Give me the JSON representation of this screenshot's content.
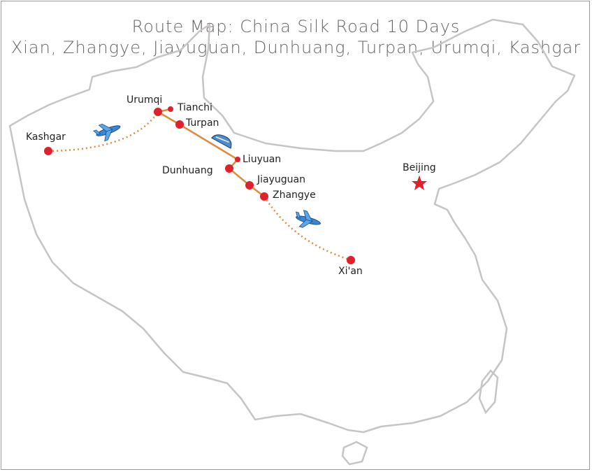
{
  "title": "Route Map: China Silk Road 10 Days",
  "subtitle": "Xian, Zhangye, Jiayuguan, Dunhuang, Turpan, Urumqi, Kashgar",
  "cities": {
    "urumqi": "Urumqi",
    "tianchi": "Tianchi",
    "turpan": "Turpan",
    "kashgar": "Kashgar",
    "liuyuan": "Liuyuan",
    "dunhuang": "Dunhuang",
    "jiayuguan": "Jiayuguan",
    "zhangye": "Zhangye",
    "xian": "Xi'an",
    "beijing": "Beijing"
  },
  "colors": {
    "city": "#e0202a",
    "rail": "#e08a3c",
    "border": "#c8c4c6"
  },
  "icons": [
    "airplane-icon",
    "train-icon",
    "star-icon"
  ]
}
